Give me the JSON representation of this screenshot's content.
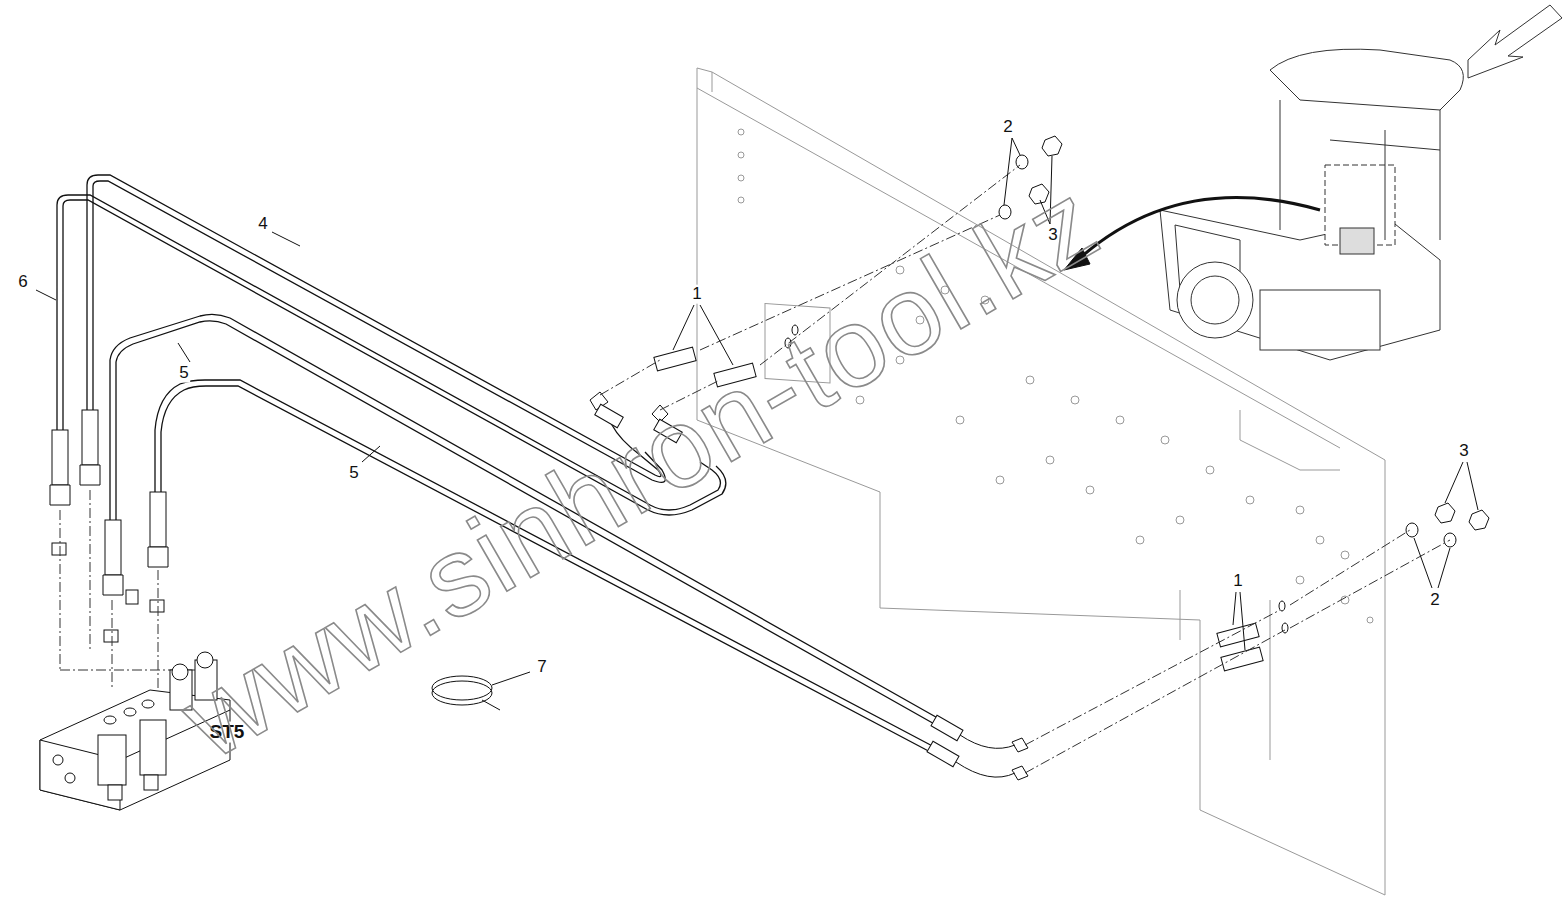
{
  "diagram": {
    "labels": [
      "2",
      "3",
      "1",
      "1",
      "3",
      "2",
      "4",
      "6",
      "5",
      "5",
      "7",
      "ST5",
      "www.sinhron-tool.kz"
    ]
  }
}
